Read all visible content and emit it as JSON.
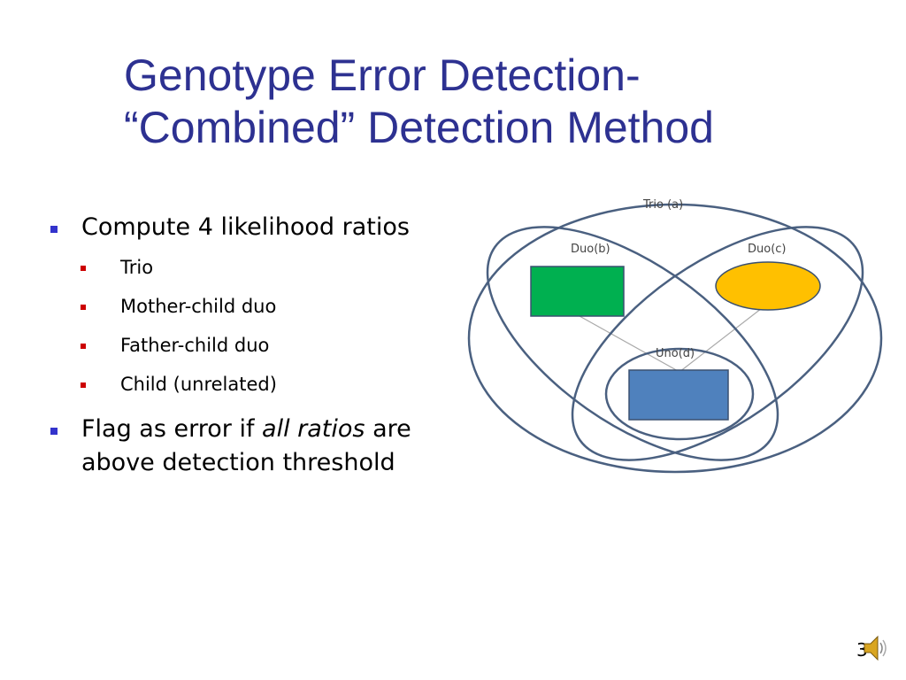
{
  "slide": {
    "title_line1": "Genotype Error Detection-",
    "title_line2": "“Combined” Detection Method",
    "bullets": [
      {
        "text": "Compute 4 likelihood ratios",
        "sub": [
          "Trio",
          "Mother-child duo",
          "Father-child duo",
          "Child (unrelated)"
        ]
      },
      {
        "text_before": "Flag as error if ",
        "text_italic": "all ratios",
        "text_after": " are above detection threshold"
      }
    ],
    "page_number": "3"
  },
  "diagram": {
    "labels": {
      "trio": "Trio (a)",
      "duo_b": "Duo(b)",
      "duo_c": "Duo(c)",
      "uno": "Uno(d)"
    },
    "colors": {
      "outline": "#4a6080",
      "green": "#00b050",
      "yellow": "#ffc000",
      "blue": "#4f81bd",
      "title": "#2d3191"
    }
  }
}
